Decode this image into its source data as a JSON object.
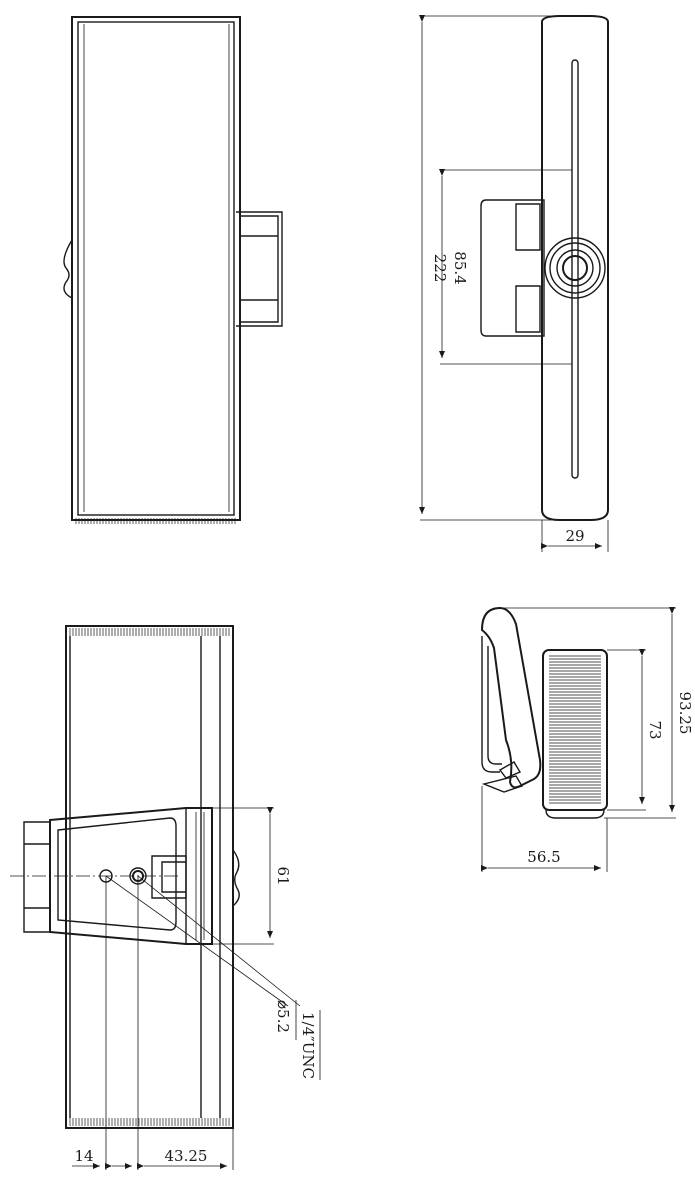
{
  "dimensions": {
    "height_total": "222",
    "mount_span": "85.4",
    "depth": "29",
    "height_side": "93.25",
    "sensor_height": "73",
    "side_width": "56.5",
    "hole_spacing": "61",
    "hole_diameter": "⌀5.2",
    "thread": "1/4″UNC",
    "offset_left": "14",
    "offset_right": "43.25"
  }
}
